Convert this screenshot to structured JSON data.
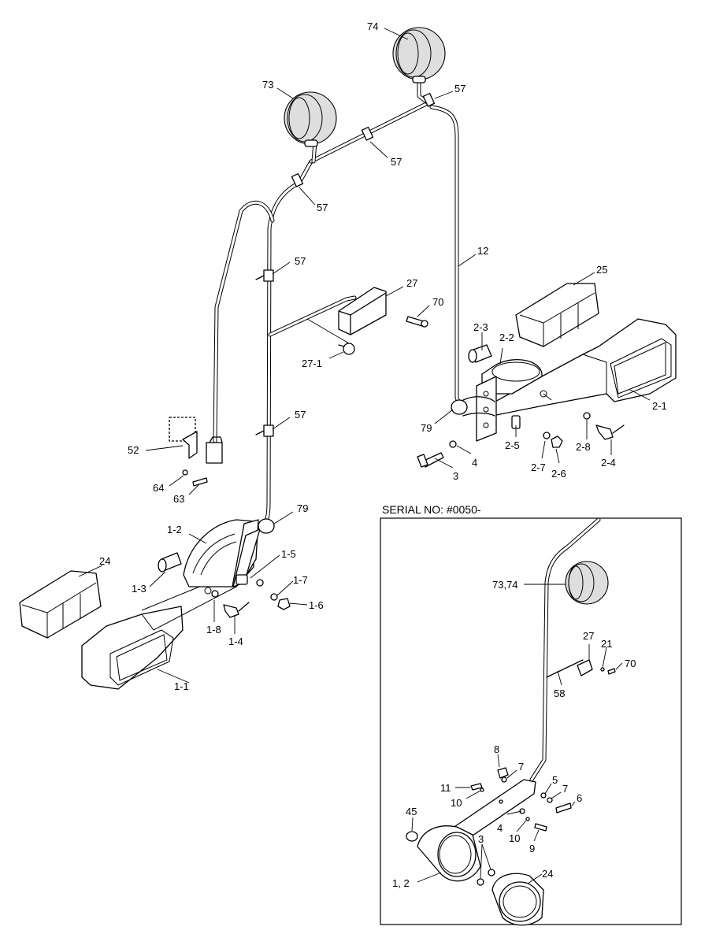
{
  "inset": {
    "title": "SERIAL NO: #0050-"
  },
  "main_labels": {
    "l74": "74",
    "l73": "73",
    "l57a": "57",
    "l57b": "57",
    "l57c": "57",
    "l57d": "57",
    "l57e": "57",
    "l12": "12",
    "l27": "27",
    "l70": "70",
    "l27_1": "27-1",
    "l25": "25",
    "l2_3": "2-3",
    "l2_2": "2-2",
    "l2_1": "2-1",
    "l79a": "79",
    "l4": "4",
    "l3": "3",
    "l2_5": "2-5",
    "l2_7": "2-7",
    "l2_6": "2-6",
    "l2_8": "2-8",
    "l2_4": "2-4",
    "l52": "52",
    "l64": "64",
    "l63": "63",
    "l79b": "79",
    "l1_2": "1-2",
    "l24": "24",
    "l1_3": "1-3",
    "l1_5": "1-5",
    "l1_7": "1-7",
    "l1_6": "1-6",
    "l1_8": "1-8",
    "l1_4": "1-4",
    "l1_1": "1-1"
  },
  "inset_labels": {
    "l73_74": "73,74",
    "l27": "27",
    "l21": "21",
    "l70": "70",
    "l58": "58",
    "l8": "8",
    "l7a": "7",
    "l11": "11",
    "l10a": "10",
    "l5": "5",
    "l7b": "7",
    "l6": "6",
    "l45": "45",
    "l4": "4",
    "l10b": "10",
    "l9": "9",
    "l3": "3",
    "l1_2": "1, 2",
    "l24": "24"
  }
}
